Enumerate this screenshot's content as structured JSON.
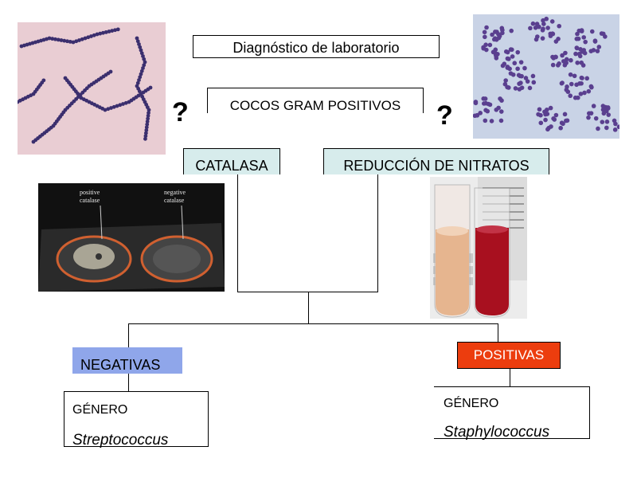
{
  "diagram": {
    "title": "Diagnóstico de laboratorio",
    "root": "COCOS GRAM POSITIVOS",
    "question_left": "?",
    "question_right": "?",
    "test_left": "CATALASA",
    "test_right": "REDUCCIÓN DE NITRATOS",
    "result_negative": "NEGATIVAS",
    "result_positive": "POSITIVAS",
    "genus_left_label": "GÉNERO",
    "genus_left_name": "Streptococcus",
    "genus_right_label": "GÉNERO",
    "genus_right_name": "Staphylococcus"
  },
  "images": {
    "catalase_positive_label": [
      "positive",
      "catalase"
    ],
    "catalase_negative_label": [
      "negative",
      "catalase"
    ]
  },
  "colors": {
    "test_box_fill": "#d7ecec",
    "negative_fill": "#8fa6ea",
    "positive_fill": "#ec3d0e"
  }
}
